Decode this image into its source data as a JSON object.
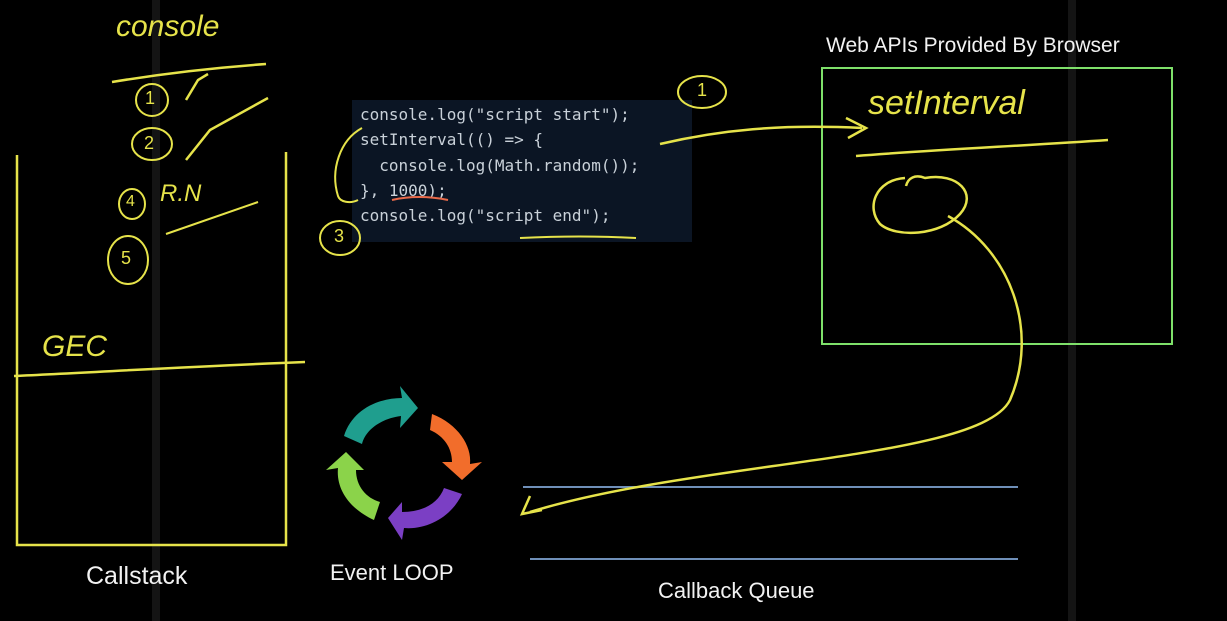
{
  "diagram": {
    "callstack_label": "Callstack",
    "event_loop_label": "Event LOOP",
    "callback_queue_label": "Callback Queue",
    "web_apis_title": "Web APIs Provided By Browser"
  },
  "code": {
    "lines": [
      "console.log(\"script start\");",
      "setInterval(() => {",
      "  console.log(Math.random());",
      "}, 1000);",
      "console.log(\"script end\");"
    ]
  },
  "annotations": {
    "console_heading": "console",
    "gec": "GEC",
    "set_interval": "setInterval",
    "rn": "R.N",
    "mark_1": "1",
    "mark_2": "2",
    "mark_3": "3",
    "mark_4": "4",
    "mark_5": "5"
  },
  "colors": {
    "background": "#000000",
    "annotation_yellow": "#e6e34a",
    "web_api_box": "#7ee06a",
    "queue_lines": "#6f8fb8",
    "loop_teal": "#1f9e8e",
    "loop_orange": "#f26d2b",
    "loop_purple": "#7b3fc4",
    "loop_green": "#8bd34a"
  },
  "icons": [
    "event-loop-cycle-icon"
  ]
}
